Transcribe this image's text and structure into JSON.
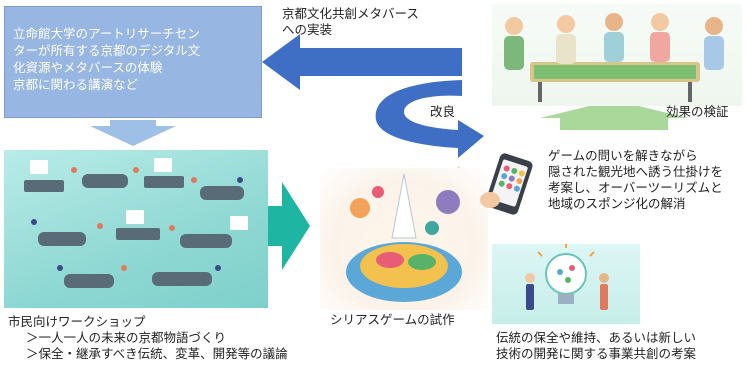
{
  "top_box": {
    "lines": [
      "立命館大学のアートリサーチセン",
      "ターが所有する京都のデジタル文",
      "化資源やメタバースの体験",
      "京都に関わる講演など"
    ]
  },
  "metaverse_label": {
    "lines": [
      "京都文化共創メタバース",
      "への実装"
    ]
  },
  "kairyo_label": "改良",
  "effect_label": "効果の検証",
  "game_desc": {
    "lines": [
      "ゲームの問いを解きながら",
      "隠された観光地へ誘う仕掛けを",
      "考案し、オーバーツーリズムと",
      "地域のスポンジ化の解消"
    ]
  },
  "game_caption": "シリアスゲームの試作",
  "workshop": {
    "lines": [
      "市民向けワークショップ",
      "＞一人一人の未来の京都物語づくり",
      "＞保全・継承すべき伝統、変革、開発等の議論"
    ]
  },
  "bottom_right": {
    "lines": [
      "伝統の保全や維持、あるいは新しい",
      "技術の開発に関する事業共創の考案"
    ]
  },
  "colors": {
    "top_box": "#97b6e2",
    "blue_arrow": "#3f6fc4",
    "light_blue_arrow": "#9fc0e6",
    "teal_arrow": "#1fb5a3",
    "green_arrow": "#a9d89a",
    "salmon_arrow": "#f6c3b0"
  }
}
